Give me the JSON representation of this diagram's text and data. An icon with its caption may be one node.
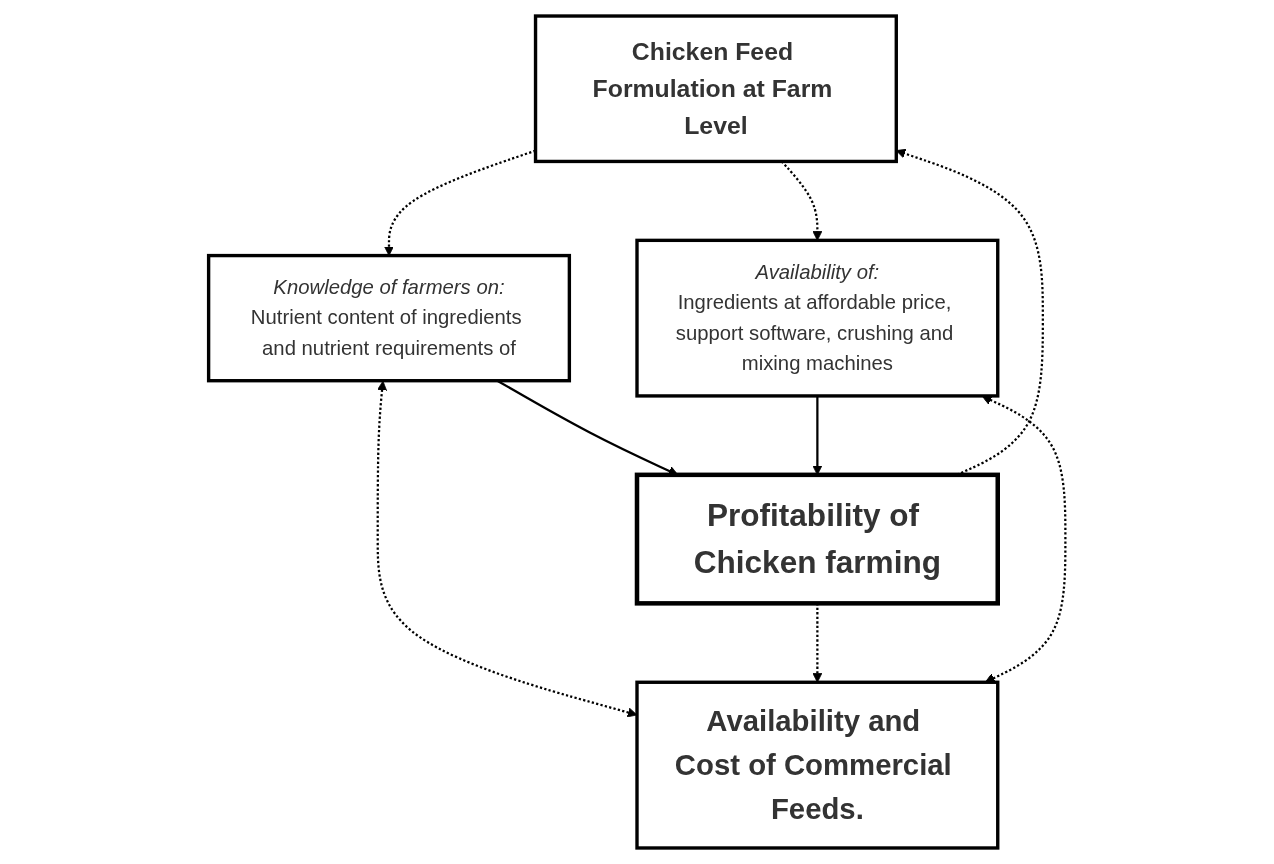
{
  "diagram": {
    "nodes": [
      {
        "text": [
          "Chicken Feed Formulation at Farm Level"
        ]
      },
      {
        "text": [
          "Knowledge of farmers on:",
          "Nutrient content of ingredients and nutrient requirements of"
        ]
      },
      {
        "text": [
          "Profitability of Chicken farming"
        ]
      },
      {
        "text": [
          "Availability of:",
          "Ingredients at affordable price, support software, crushing and mixing machines"
        ]
      },
      {
        "text": [
          "Availability and Cost of Commercial Feeds."
        ]
      }
    ],
    "edges": [
      {
        "from": 0,
        "to": 1,
        "arrow": "to",
        "style": "dashed"
      },
      {
        "from": 2,
        "to": 0,
        "arrow": "to",
        "style": "dashed"
      },
      {
        "from": 0,
        "to": 3,
        "arrow": "to",
        "style": "dashed"
      },
      {
        "from": 1,
        "to": 2,
        "arrow": "to"
      },
      {
        "from": 3,
        "to": 2,
        "arrow": "to"
      },
      {
        "from": 1,
        "to": 4,
        "arrow": "both",
        "style": "dashed"
      },
      {
        "from": 2,
        "to": 4,
        "arrow": "to",
        "style": "dashed"
      },
      {
        "from": 3,
        "to": 4,
        "arrow": "both",
        "style": "dashed"
      }
    ]
  }
}
